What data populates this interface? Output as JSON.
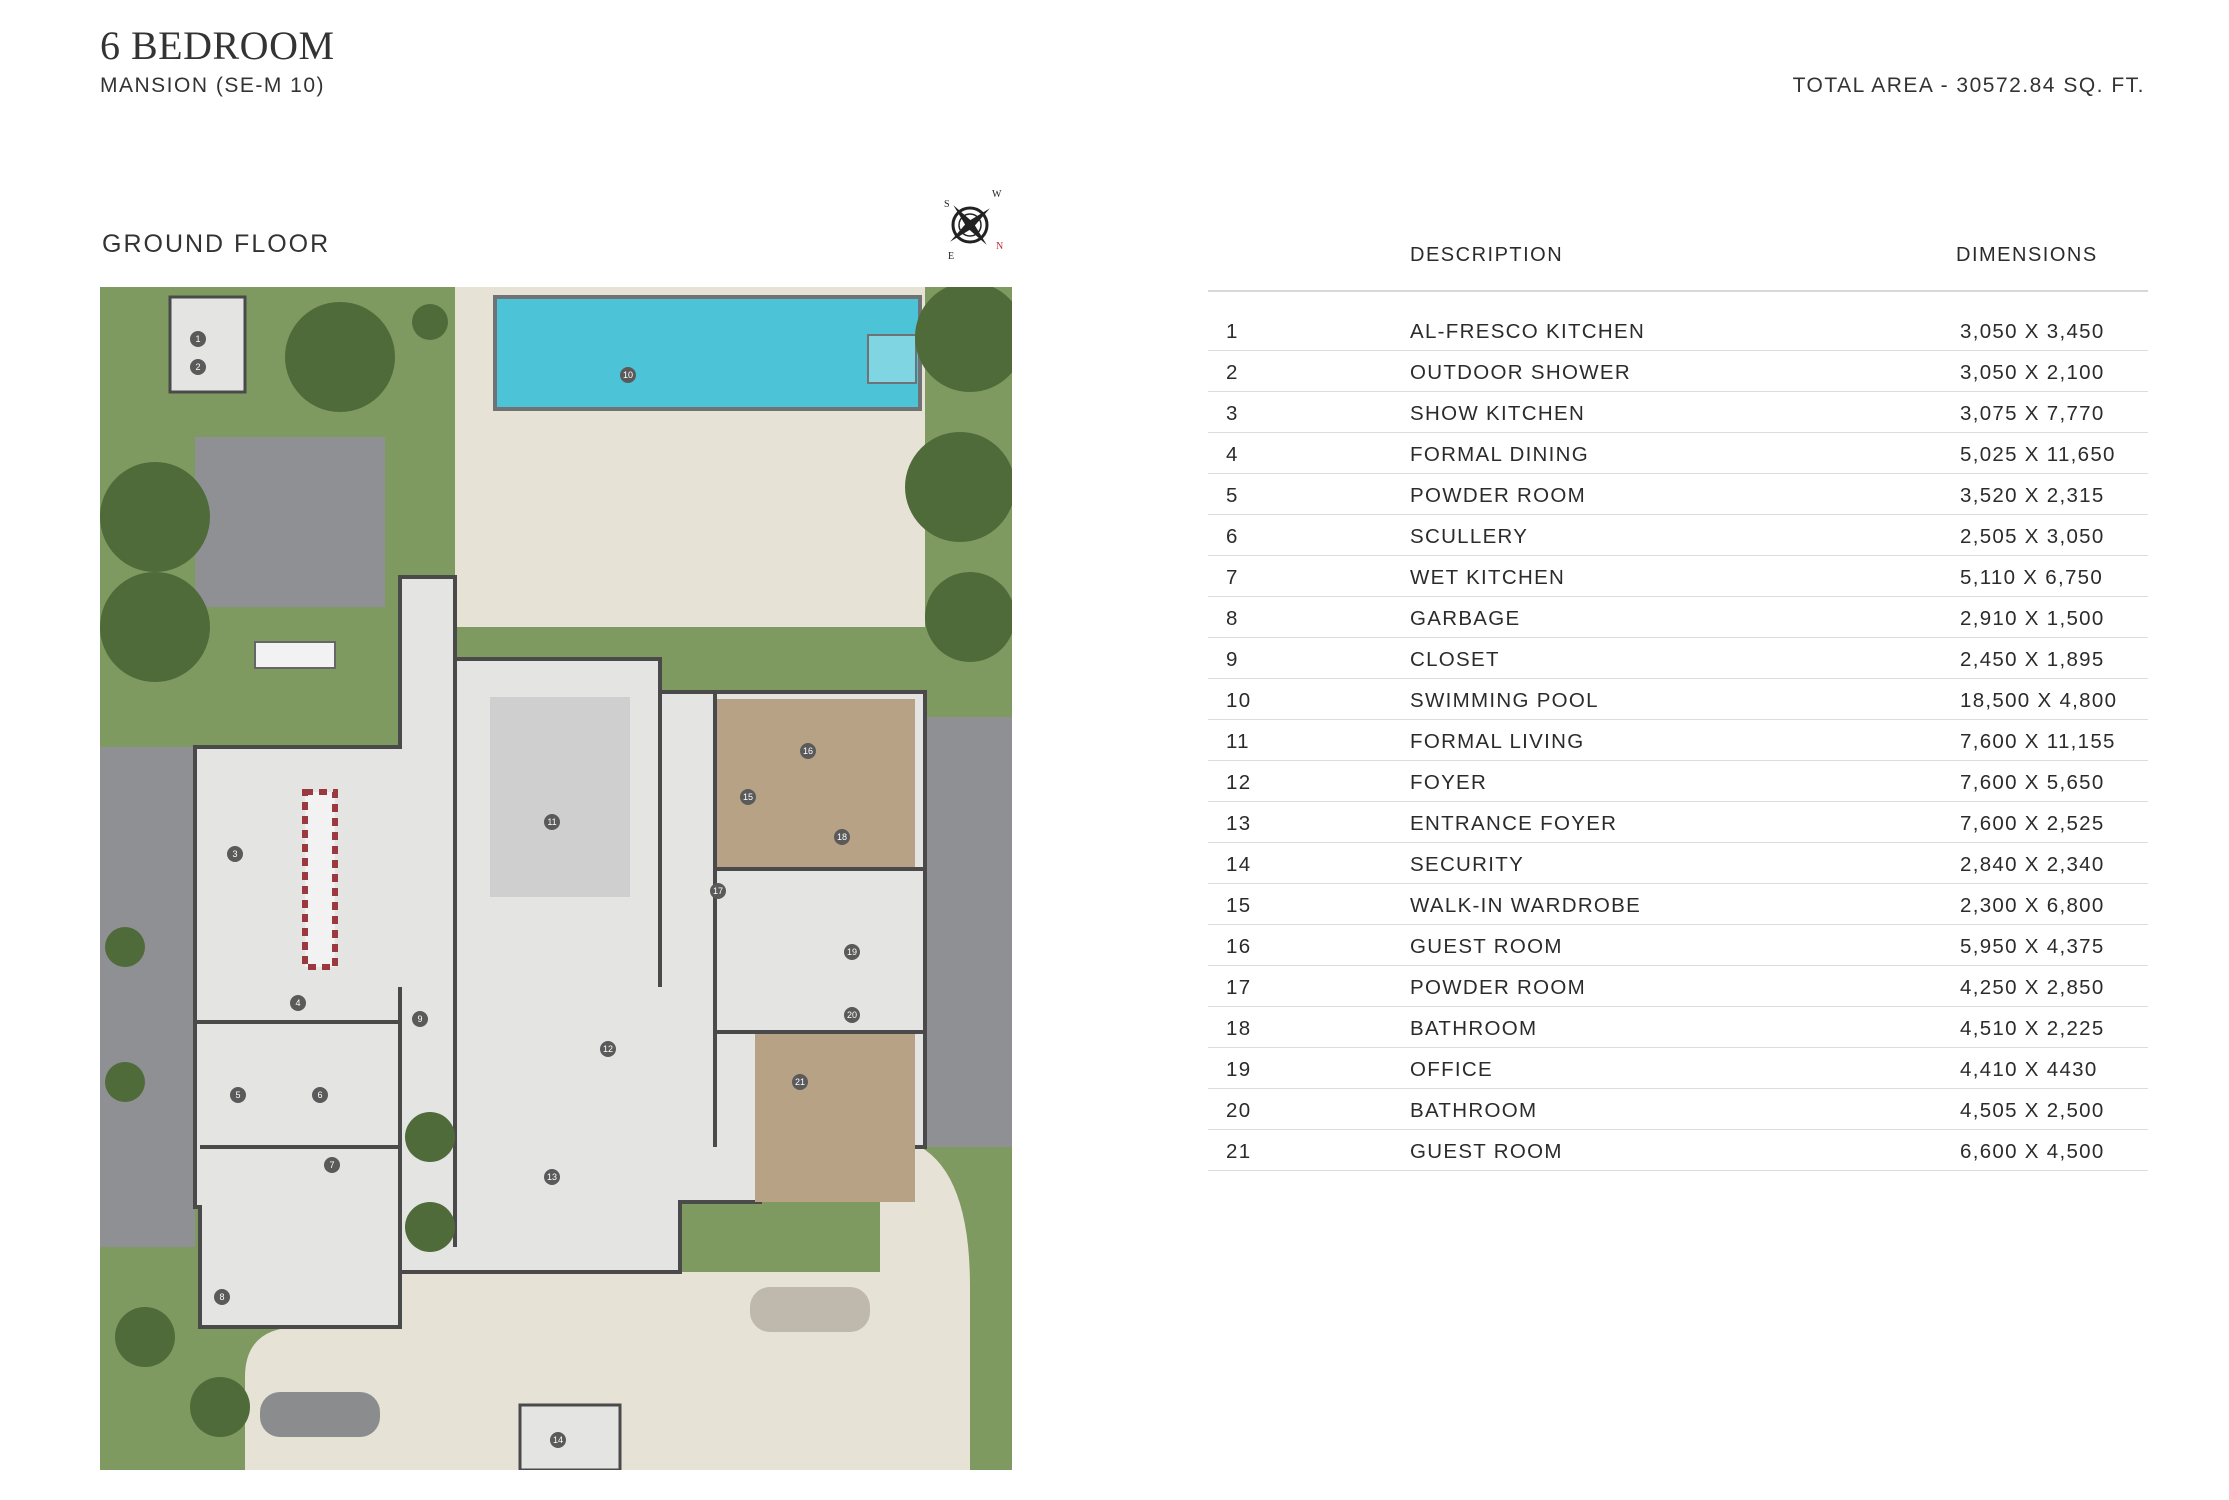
{
  "header": {
    "title": "6 BEDROOM",
    "subtitle": "MANSION (SE-M 10)",
    "total_area": "TOTAL AREA - 30572.84 SQ. FT."
  },
  "floor_label": "GROUND FLOOR",
  "compass": {
    "letters": [
      "S",
      "W",
      "E",
      "N"
    ]
  },
  "plan_markers": [
    "1",
    "2",
    "3",
    "4",
    "5",
    "6",
    "7",
    "8",
    "9",
    "10",
    "11",
    "12",
    "13",
    "14",
    "15",
    "16",
    "17",
    "18",
    "19",
    "20",
    "21"
  ],
  "table": {
    "headers": {
      "description": "DESCRIPTION",
      "dimensions": "DIMENSIONS"
    },
    "rows": [
      {
        "no": "1",
        "desc": "AL-FRESCO KITCHEN",
        "dim": "3,050 X 3,450"
      },
      {
        "no": "2",
        "desc": "OUTDOOR SHOWER",
        "dim": "3,050 X 2,100"
      },
      {
        "no": "3",
        "desc": "SHOW KITCHEN",
        "dim": "3,075 X 7,770"
      },
      {
        "no": "4",
        "desc": "FORMAL DINING",
        "dim": "5,025 X 11,650"
      },
      {
        "no": "5",
        "desc": "POWDER ROOM",
        "dim": "3,520 X 2,315"
      },
      {
        "no": "6",
        "desc": "SCULLERY",
        "dim": "2,505 X 3,050"
      },
      {
        "no": "7",
        "desc": "WET KITCHEN",
        "dim": "5,110 X 6,750"
      },
      {
        "no": "8",
        "desc": "GARBAGE",
        "dim": "2,910 X 1,500"
      },
      {
        "no": "9",
        "desc": "CLOSET",
        "dim": "2,450 X 1,895"
      },
      {
        "no": "10",
        "desc": "SWIMMING POOL",
        "dim": "18,500 X 4,800"
      },
      {
        "no": "11",
        "desc": "FORMAL LIVING",
        "dim": "7,600 X 11,155"
      },
      {
        "no": "12",
        "desc": "FOYER",
        "dim": "7,600 X 5,650"
      },
      {
        "no": "13",
        "desc": "ENTRANCE FOYER",
        "dim": "7,600 X 2,525"
      },
      {
        "no": "14",
        "desc": "SECURITY",
        "dim": "2,840 X 2,340"
      },
      {
        "no": "15",
        "desc": "WALK-IN WARDROBE",
        "dim": "2,300 X 6,800"
      },
      {
        "no": "16",
        "desc": "GUEST ROOM",
        "dim": "5,950 X 4,375"
      },
      {
        "no": "17",
        "desc": "POWDER ROOM",
        "dim": "4,250 X 2,850"
      },
      {
        "no": "18",
        "desc": "BATHROOM",
        "dim": "4,510 X 2,225"
      },
      {
        "no": "19",
        "desc": "OFFICE",
        "dim": "4,410 X 4430"
      },
      {
        "no": "20",
        "desc": "BATHROOM",
        "dim": "4,505 X 2,500"
      },
      {
        "no": "21",
        "desc": "GUEST ROOM",
        "dim": "6,600 X 4,500"
      }
    ]
  },
  "colors": {
    "lawn": "#7f9a60",
    "pool": "#4cc3d6",
    "paving": "#e7e2d6",
    "driveway": "#8e9093",
    "marble": "#e4e4e2",
    "wood": "#b8a285",
    "tree": "#4f6b3a"
  }
}
